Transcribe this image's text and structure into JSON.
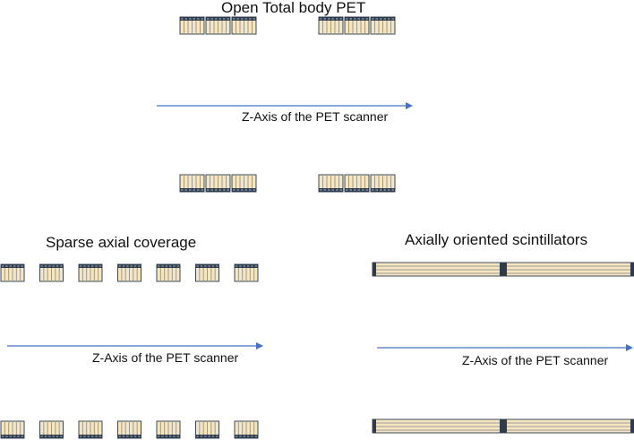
{
  "panels": [
    {
      "id": "open-total-body",
      "title": "Open Total body PET",
      "axis_label": "Z-Axis of the PET scanner",
      "module_groups": 2,
      "modules_per_group": 3
    },
    {
      "id": "sparse-axial",
      "title": "Sparse axial coverage",
      "axis_label": "Z-Axis of the PET scanner",
      "modules_per_row": 7
    },
    {
      "id": "axially-oriented",
      "title": "Axially oriented scintillators",
      "axis_label": "Z-Axis of the PET scanner",
      "bar_segments": 2
    }
  ],
  "colors": {
    "crystal_fill": "#f5e6bf",
    "crystal_divider": "#9a9a9a",
    "module_frame": "#3a4a5c",
    "photodetector": "#2f3b4a",
    "arrow": "#4472c4"
  }
}
